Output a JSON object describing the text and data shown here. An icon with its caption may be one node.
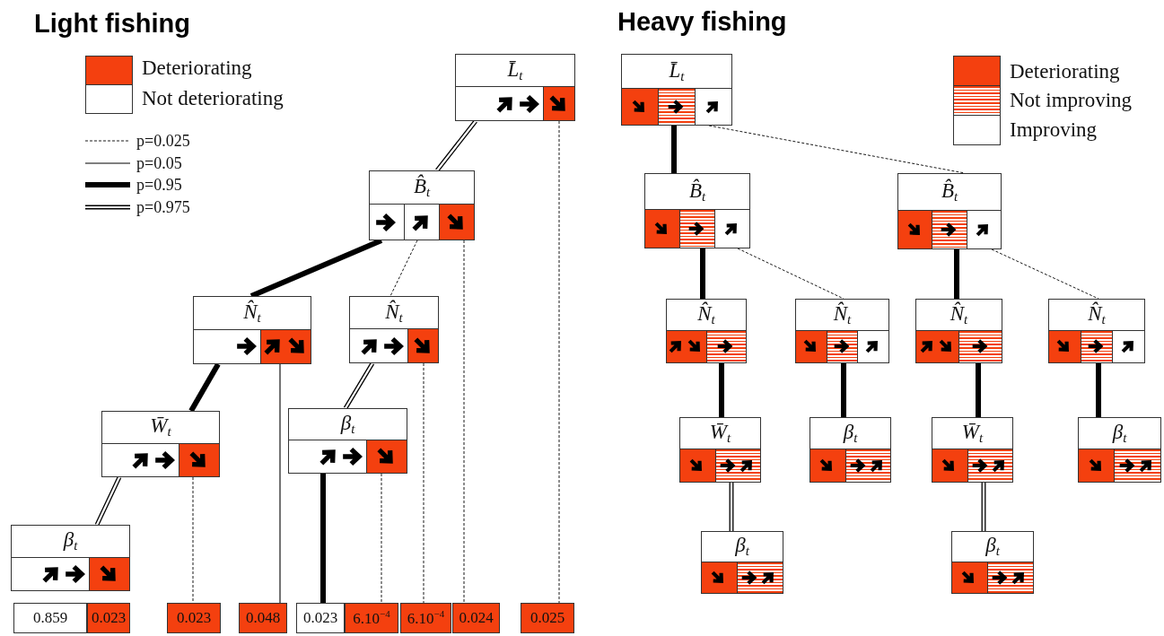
{
  "diagram": {
    "nodes": [
      {
        "text": [
          "L̄$_{t}$"
        ]
      },
      {
        "text": [
          "B̂$_{t}$"
        ]
      },
      {
        "text": [
          "N̂$_{t}$"
        ]
      },
      {
        "text": [
          "N̂$_{t}$"
        ]
      },
      {
        "text": [
          "W̄$_{t}$"
        ]
      },
      {
        "text": [
          "β$_{t}$"
        ]
      },
      {
        "text": [
          "β$_{t}$"
        ]
      },
      {
        "text": [
          "0.859"
        ]
      },
      {
        "text": [
          "0.023"
        ]
      },
      {
        "text": [
          "0.023"
        ]
      },
      {
        "text": [
          "0.048"
        ]
      },
      {
        "text": [
          "0.023"
        ]
      },
      {
        "text": [
          "6.10$^{−4}$"
        ]
      },
      {
        "text": [
          "6.10$^{−4}$"
        ]
      },
      {
        "text": [
          "0.024"
        ]
      },
      {
        "text": [
          "0.025"
        ]
      },
      {
        "text": [
          "L̄$_{t}$"
        ]
      },
      {
        "text": [
          "B̂$_{t}$"
        ]
      },
      {
        "text": [
          "B̂$_{t}$"
        ]
      },
      {
        "text": [
          "N̂$_{t}$"
        ]
      },
      {
        "text": [
          "N̂$_{t}$"
        ]
      },
      {
        "text": [
          "N̂$_{t}$"
        ]
      },
      {
        "text": [
          "N̂$_{t}$"
        ]
      },
      {
        "text": [
          "W̄$_{t}$"
        ]
      },
      {
        "text": [
          "β$_{t}$"
        ]
      },
      {
        "text": [
          "W̄$_{t}$"
        ]
      },
      {
        "text": [
          "β$_{t}$"
        ]
      },
      {
        "text": [
          "β$_{t}$"
        ]
      },
      {
        "text": [
          "β$_{t}$"
        ]
      }
    ],
    "edges": [
      {
        "from": 0,
        "to": 1,
        "arrow": "none"
      },
      {
        "from": 1,
        "to": 2,
        "arrow": "none",
        "style": "thick"
      },
      {
        "from": 1,
        "to": 3,
        "arrow": "none",
        "style": "dashed"
      },
      {
        "from": 1,
        "to": 14,
        "arrow": "none",
        "style": "dashed"
      },
      {
        "from": 0,
        "to": 15,
        "arrow": "none",
        "style": "dashed"
      },
      {
        "from": 2,
        "to": 4,
        "arrow": "none",
        "style": "thick"
      },
      {
        "from": 2,
        "to": 10,
        "arrow": "none"
      },
      {
        "from": 3,
        "to": 5,
        "arrow": "none"
      },
      {
        "from": 3,
        "to": 13,
        "arrow": "none",
        "style": "dashed"
      },
      {
        "from": 4,
        "to": 6,
        "arrow": "none"
      },
      {
        "from": 4,
        "to": 9,
        "arrow": "none",
        "style": "dashed"
      },
      {
        "from": 5,
        "to": 11,
        "arrow": "none",
        "style": "thick"
      },
      {
        "from": 5,
        "to": 12,
        "arrow": "none",
        "style": "dashed"
      },
      {
        "from": 16,
        "to": 17,
        "arrow": "none",
        "style": "thick"
      },
      {
        "from": 16,
        "to": 18,
        "arrow": "none",
        "style": "dashed"
      },
      {
        "from": 17,
        "to": 19,
        "arrow": "none",
        "style": "thick"
      },
      {
        "from": 17,
        "to": 20,
        "arrow": "none",
        "style": "dashed"
      },
      {
        "from": 18,
        "to": 21,
        "arrow": "none",
        "style": "thick"
      },
      {
        "from": 18,
        "to": 22,
        "arrow": "none",
        "style": "dashed"
      },
      {
        "from": 19,
        "to": 23,
        "arrow": "none",
        "style": "thick"
      },
      {
        "from": 20,
        "to": 24,
        "arrow": "none",
        "style": "thick"
      },
      {
        "from": 21,
        "to": 25,
        "arrow": "none",
        "style": "thick"
      },
      {
        "from": 22,
        "to": 26,
        "arrow": "none",
        "style": "thick"
      },
      {
        "from": 23,
        "to": 27,
        "arrow": "none"
      },
      {
        "from": 25,
        "to": 28,
        "arrow": "none"
      }
    ],
    "labels": [
      "Light fishing",
      "Heavy fishing"
    ],
    "legend": [
      {
        "text": "Deteriorating",
        "color": "#f4400f"
      },
      {
        "text": "Not deteriorating",
        "color": "#ffffff"
      },
      {
        "text": "p=0.025"
      },
      {
        "text": "p=0.05"
      },
      {
        "text": "p=0.95"
      },
      {
        "text": "p=0.975"
      },
      {
        "text": "Deteriorating",
        "color": "#f4400f"
      },
      {
        "text": "Not improving"
      },
      {
        "text": "Improving",
        "color": "#ffffff"
      }
    ]
  }
}
